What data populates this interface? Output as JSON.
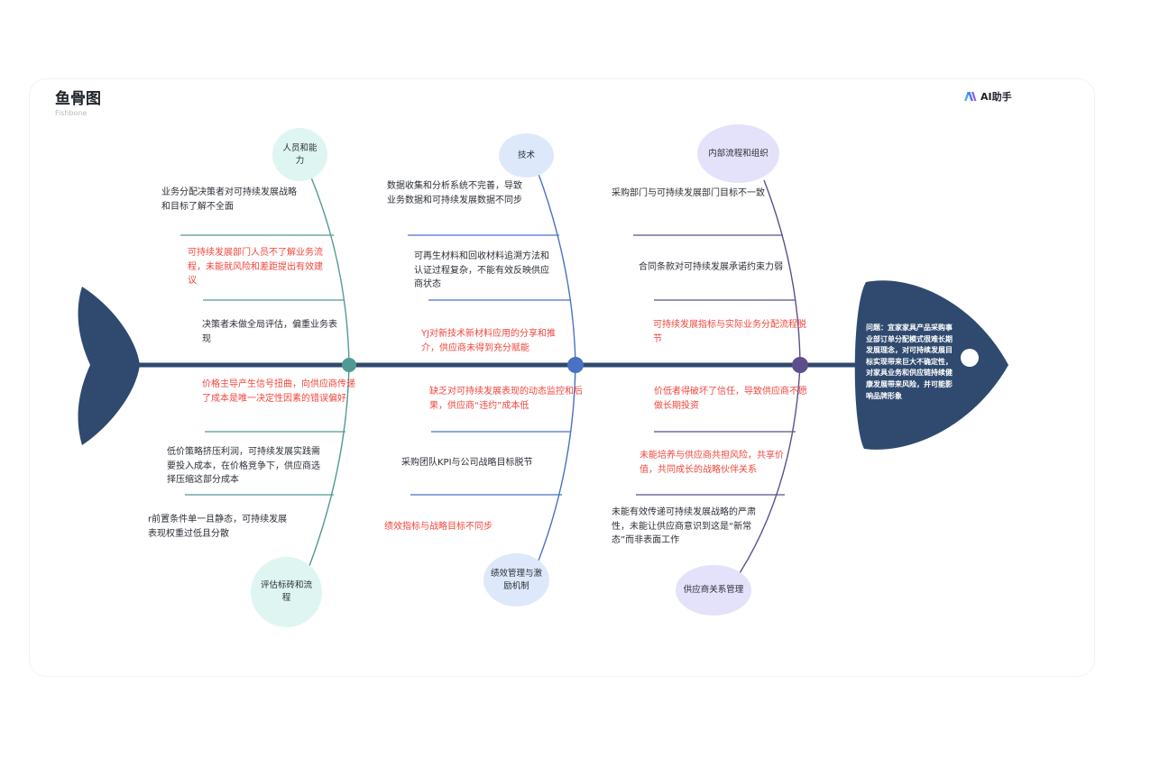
{
  "title": "鱼骨图",
  "subtitle": "Fishbone",
  "brand": {
    "label": "AI助手",
    "icon": "ai-logo-icon"
  },
  "problem": "问题：宜家家具产品采购事业部订单分配模式很难长期发展理念，对可持续发展目标实现带来巨大不确定性，对家具业务和供应链持续健康发展带来风险，并可能影响品牌形象",
  "colors": {
    "spine": "#2f4a6e",
    "head": "#2f4a6e",
    "teal": "#4f9a93",
    "blue": "#4a72c4",
    "purple": "#5e4e8c",
    "red": "#f0463c",
    "mint": "#dff5f2",
    "lightblue": "#dde9fb",
    "lavender": "#e4e2fa"
  },
  "categories": {
    "people": "人员和能力",
    "tech": "技术",
    "process": "内部流程和组织",
    "evaluation": "评估标砖和流程",
    "performance": "绩效管理与激励机制",
    "supplier": "供应商关系管理"
  },
  "causes": {
    "people": [
      "业务分配决策者对可持续发展战略和目标了解不全面",
      "可持续发展部门人员不了解业务流程，未能就风险和差距提出有效建议",
      "决策者未做全局评估，偏重业务表现"
    ],
    "tech": [
      "数据收集和分析系统不完善，导致业务数据和可持续发展数据不同步",
      "可再生材料和回收材料追溯方法和认证过程复杂，不能有效反映供应商状态",
      "YJ对新技术新材料应用的分享和推介，供应商未得到充分赋能"
    ],
    "process": [
      "采购部门与可持续发展部门目标不一致",
      "合同条款对可持续发展承诺约束力弱",
      "可持续发展指标与实际业务分配流程脱节"
    ],
    "evaluation": [
      "价格主导产生信号扭曲，向供应商传递了成本是唯一决定性因素的错误偏好",
      "低价策略挤压利润，可持续发展实践需要投入成本，在价格竞争下，供应商选择压缩这部分成本",
      "r前置条件单一且静态，可持续发展表现权重过低且分散"
    ],
    "performance": [
      "缺乏对可持续发展表现的动态监控和后果，供应商“违约”成本低",
      "采购团队KPI与公司战略目标脱节",
      "绩效指标与战略目标不同步"
    ],
    "supplier": [
      "价低者得破坏了信任，导致供应商不愿做长期投资",
      "未能培养与供应商共担风险，共享价值，共同成长的战略伙伴关系",
      "未能有效传递可持续发展战略的严肃性，未能让供应商意识到这是“新常态”而非表面工作"
    ]
  }
}
